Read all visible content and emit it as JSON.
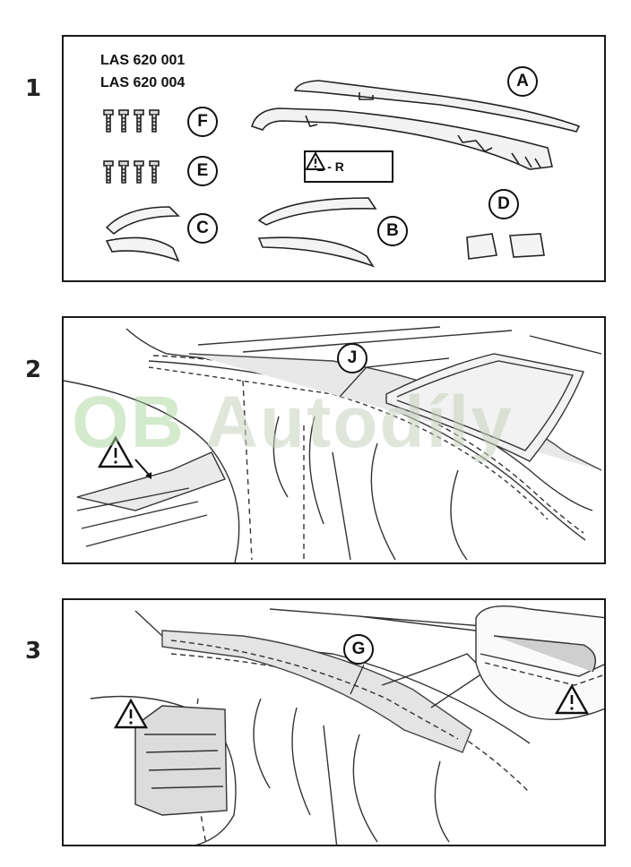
{
  "steps": [
    "1",
    "2",
    "3"
  ],
  "part_numbers": [
    "LAS 620 001",
    "LAS 620 004"
  ],
  "parts": {
    "a": "A",
    "b": "B",
    "c": "C",
    "d": "D",
    "e": "E",
    "f": "F"
  },
  "lr_label": "L - R",
  "step2_callout": "J",
  "step3_callout": "G",
  "watermark": {
    "logo": "OB",
    "text": "Autodíly"
  }
}
